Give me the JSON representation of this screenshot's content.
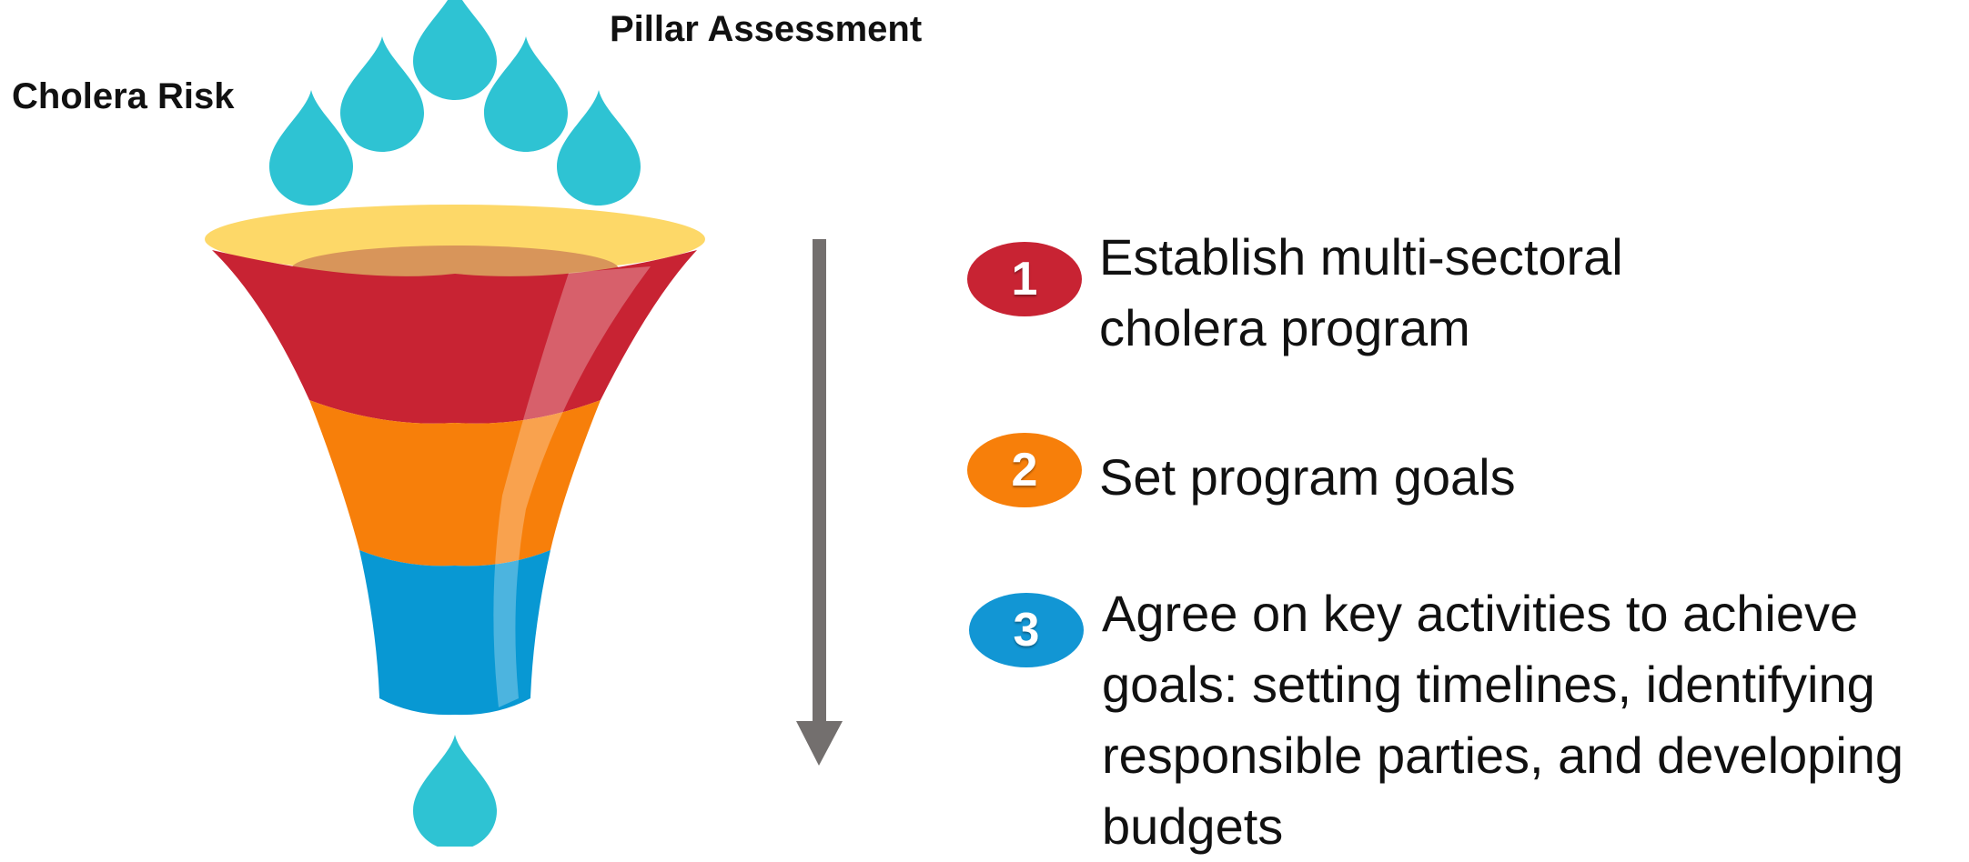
{
  "labels": {
    "cholera_risk": "Cholera Risk",
    "pillar_assessment": "Pillar Assessment"
  },
  "steps": [
    {
      "number": "1",
      "text": "Establish multi-sectoral cholera program",
      "color": "#c82333"
    },
    {
      "number": "2",
      "text": "Set program goals",
      "color": "#f77f0a"
    },
    {
      "number": "3",
      "text": "Agree on key activities to achieve goals: setting timelines, identifying responsible parties, and developing budgets",
      "color": "#1296d4"
    }
  ],
  "colors": {
    "droplet": "#2ec3d3",
    "funnel_rim": "#fdd868",
    "funnel_inner": "#d8955a",
    "funnel_top": "#c82333",
    "funnel_middle": "#f77f0a",
    "funnel_bottom": "#0898d3",
    "arrow": "#736f6e"
  },
  "icons": {
    "droplet": "water-drop-icon",
    "funnel": "funnel-icon",
    "arrow": "down-arrow-icon"
  }
}
